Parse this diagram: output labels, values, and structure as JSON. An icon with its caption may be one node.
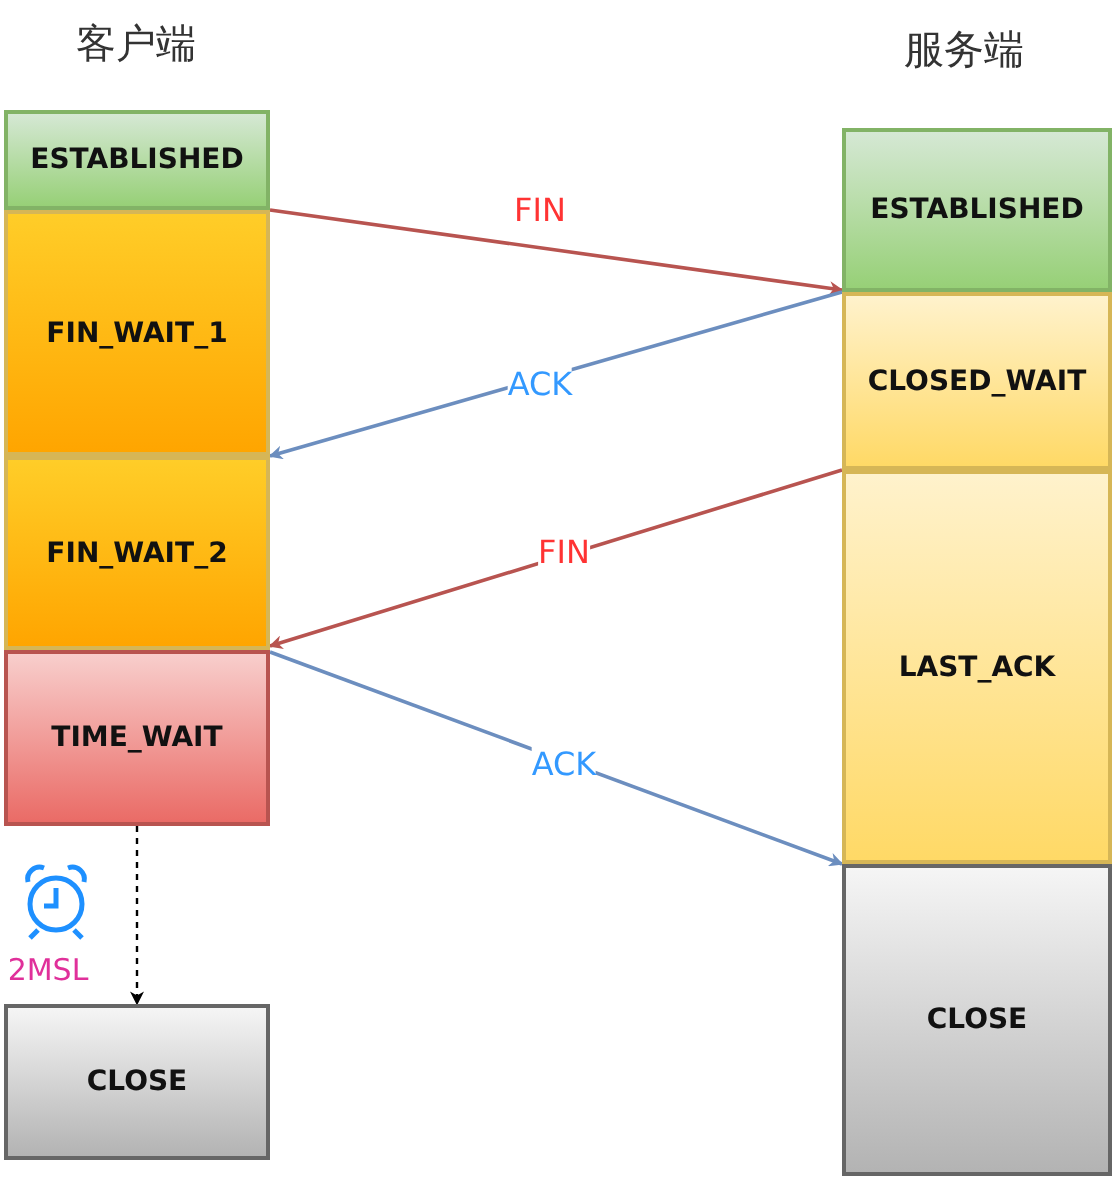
{
  "diagram": {
    "nodes": [
      {
        "text": [
          "ESTABLISHED"
        ]
      },
      {
        "text": [
          "FIN_WAIT_1"
        ]
      },
      {
        "text": [
          "FIN_WAIT_2"
        ]
      },
      {
        "text": [
          "TIME_WAIT"
        ]
      },
      {
        "text": [
          "CLOSE"
        ]
      },
      {
        "text": [
          "ESTABLISHED"
        ]
      },
      {
        "text": [
          "CLOSED_WAIT"
        ]
      },
      {
        "text": [
          "LAST_ACK"
        ]
      },
      {
        "text": [
          "CLOSE"
        ]
      }
    ],
    "edges": [
      {
        "from": 0,
        "to": 5,
        "arrow": "to",
        "label": "FIN",
        "color": "#b85450"
      },
      {
        "from": 6,
        "to": 1,
        "arrow": "to",
        "label": "ACK",
        "color": "#6c8ebf"
      },
      {
        "from": 7,
        "to": 2,
        "arrow": "to",
        "label": "FIN",
        "color": "#b85450"
      },
      {
        "from": 3,
        "to": 8,
        "arrow": "to",
        "label": "ACK",
        "color": "#6c8ebf"
      },
      {
        "from": 3,
        "to": 4,
        "arrow": "to",
        "style": "dashed",
        "color": "#000000"
      }
    ],
    "labels": [
      "客户端",
      "服务端",
      "2MSL"
    ]
  }
}
